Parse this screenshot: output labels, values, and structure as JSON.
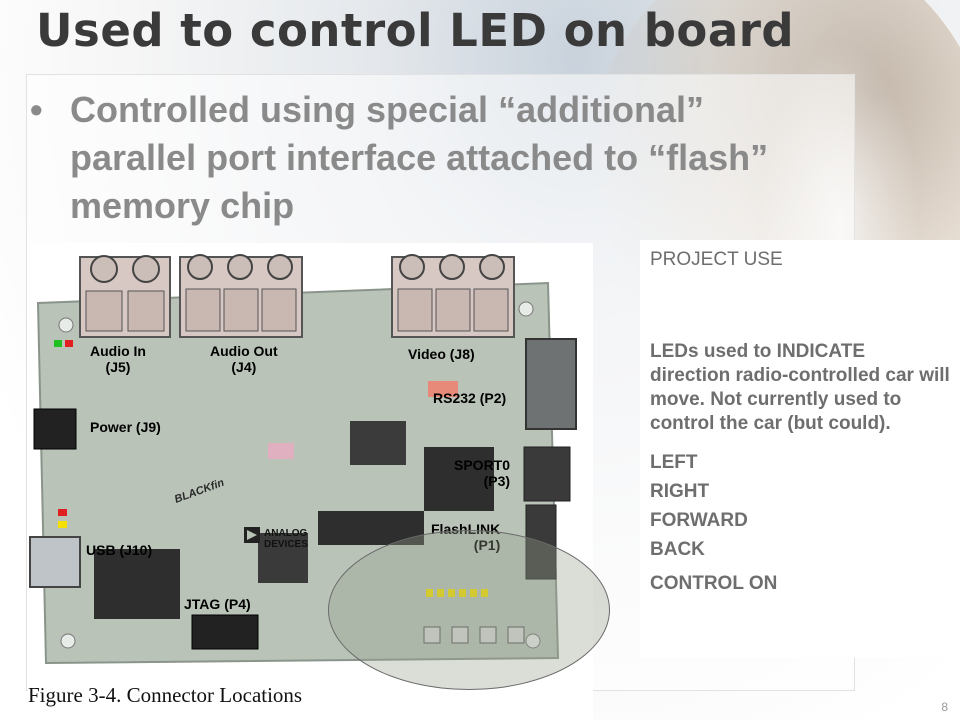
{
  "slide": {
    "title": "Used to control LED on board",
    "bullet_symbol": "•",
    "bullet_text": "Controlled using special “additional” parallel port interface attached to “flash” memory chip",
    "page_number": "8"
  },
  "figure": {
    "caption": "Figure 3-4. Connector Locations",
    "labels": {
      "audio_in": "Audio In",
      "audio_in_ref": "(J5)",
      "audio_out": "Audio Out",
      "audio_out_ref": "(J4)",
      "video": "Video (J8)",
      "rs232": "RS232 (P2)",
      "power": "Power (J9)",
      "sport0": "SPORT0",
      "sport0_ref": "(P3)",
      "flashlink": "FlashLINK",
      "flashlink_ref": "(P1)",
      "usb": "USB (J10)",
      "jtag": "JTAG (P4)",
      "logo_line1": "ANALOG",
      "logo_line2": "DEVICES",
      "blackfin": "BLACKfin"
    }
  },
  "panel": {
    "header": "PROJECT USE",
    "paragraph": "LEDs used to INDICATE direction radio-controlled car will move. Not currently used to control the car (but could).",
    "items": [
      "LEFT",
      "RIGHT",
      "FORWARD",
      "BACK"
    ],
    "control": "CONTROL ON"
  },
  "colors": {
    "title": "#3a3a3a",
    "bullet": "#8a8a8a",
    "panel_text": "#6e6e6e",
    "board": "#b9c3b8",
    "connector": "#d8c8c4",
    "led_yellow": "#f5e000",
    "led_red": "#e02020",
    "led_green": "#20c020"
  }
}
